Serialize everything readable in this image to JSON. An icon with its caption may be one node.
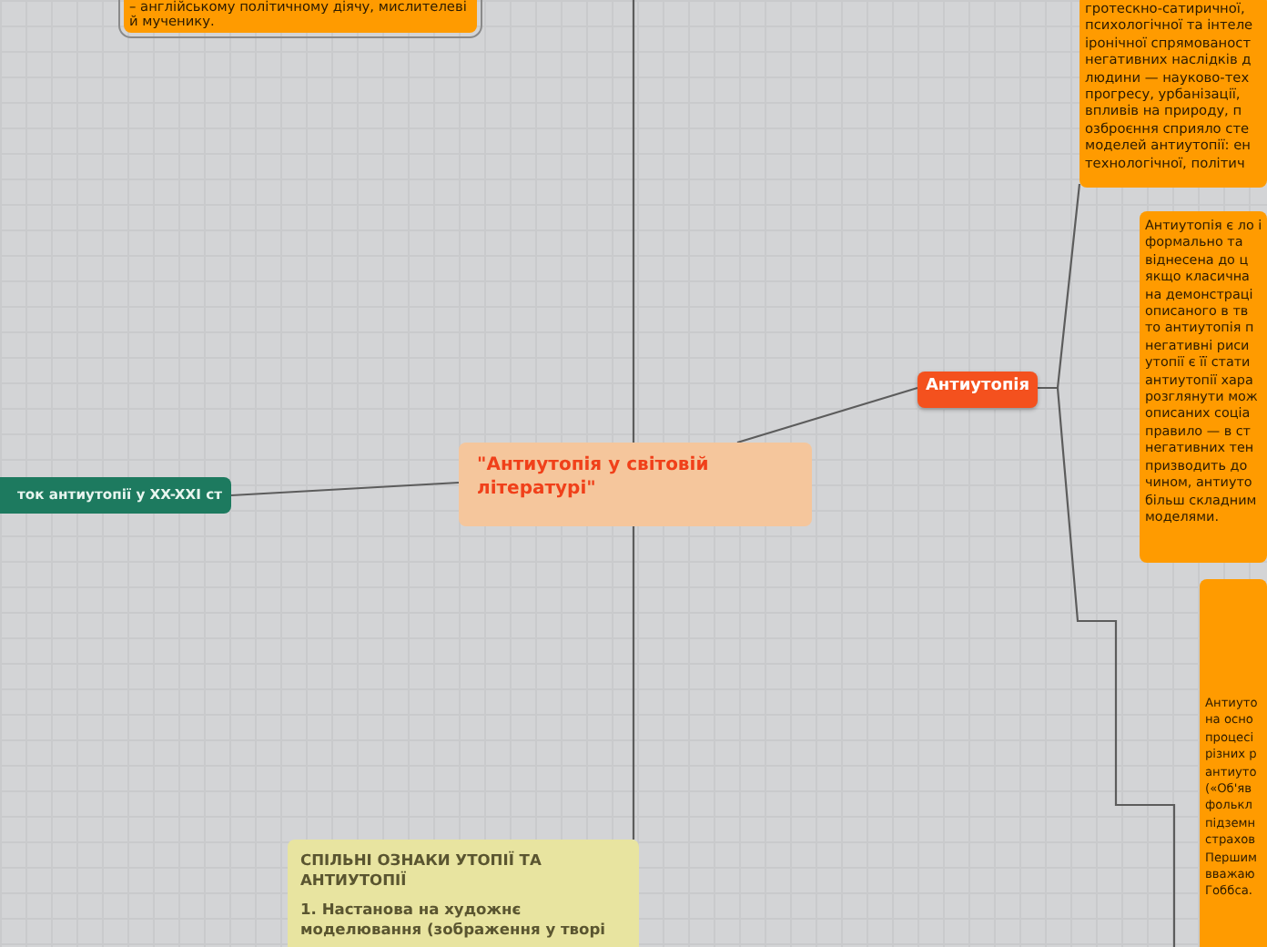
{
  "diagram": {
    "nodes": [
      {
        "text": [
          "– англійському політичному діячу, мислителеві й мученику."
        ]
      },
      {
        "text": [
          "гротескно-сатиричної, психологічної та інтеле іронічної спрямованост негативних наслідків д людини — науково-тех прогресу, урбанізації, впливів на природу, п озброєння сприяло сте моделей антиутопії: ен технологічної, політич"
        ]
      },
      {
        "text": [
          "\"Антиутопія у світовій літературі\""
        ]
      },
      {
        "text": [
          "Антиутопія"
        ]
      },
      {
        "text": [
          "Антиутопія є ло і формально та віднесена до ц якщо класична на демонстраці описаного в тв то антиутопія п негативні риси утопії є її стати антиутопії хара розглянути мож описаних соціа правило — в ст негативних тен призводить до чином, антиуто більш складним моделями."
        ]
      },
      {
        "text": [
          "Антиуто на осно процесі різних р антиуто («Об'яв фолькл підземн страхов Першим вважаю Гоббса."
        ]
      },
      {
        "text": [
          "ток антиутопії у XX-XXI ст"
        ]
      },
      {
        "text": [
          "СПІЛЬНІ ОЗНАКИ УТОПІЇ ТА АНТИУТОПІЇ",
          "1. Настанова на художнє моделювання (зображення у творі"
        ]
      }
    ],
    "edges": [
      {
        "from": 2,
        "to": null,
        "arrow": "none"
      },
      {
        "from": 2,
        "to": 7,
        "arrow": "none"
      },
      {
        "from": 2,
        "to": 3,
        "arrow": "none"
      },
      {
        "from": 2,
        "to": 6,
        "arrow": "none"
      },
      {
        "from": 3,
        "to": 1,
        "arrow": "none"
      },
      {
        "from": 3,
        "to": null,
        "arrow": "none"
      }
    ]
  }
}
